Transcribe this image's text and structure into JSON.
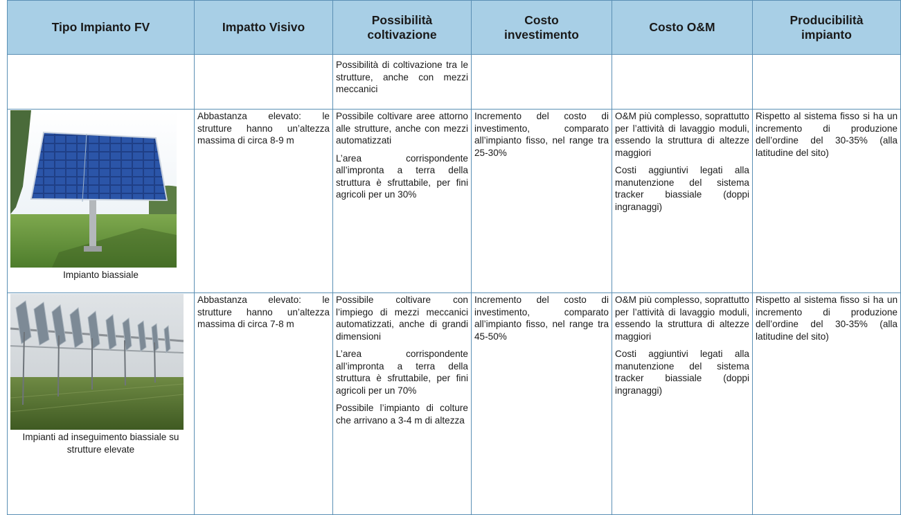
{
  "headers": [
    "Tipo Impianto FV",
    "Impatto Visivo",
    "Possibilità coltivazione",
    "Costo investimento",
    "Costo O&M",
    "Producibilità impianto"
  ],
  "rows": [
    {
      "caption": "",
      "impatto": [],
      "coltivazione": [
        "Possibilità di coltivazione tra le strutture, anche con mezzi meccanici"
      ],
      "investimento": [],
      "om": [],
      "producibilita": []
    },
    {
      "caption": "Impianto biassiale",
      "impatto": [
        "Abbastanza elevato: le strutture hanno un’altezza massima di circa 8-9 m"
      ],
      "coltivazione": [
        "Possibile coltivare aree attorno alle strutture, anche con mezzi automatizzati",
        "L’area corrispondente all’impronta a terra della struttura è sfruttabile, per fini agricoli per un 30%"
      ],
      "investimento": [
        "Incremento del costo di investimento, comparato all’impianto fisso, nel range tra 25-30%"
      ],
      "om": [
        "O&M più complesso, soprattutto per l’attività di lavaggio moduli, essendo la struttura di altezze maggiori",
        "Costi aggiuntivi legati alla manutenzione del sistema tracker biassiale (doppi ingranaggi)"
      ],
      "producibilita": [
        "Rispetto al sistema fisso si ha un incremento di produzione dell’ordine del 30-35% (alla latitudine del sito)"
      ]
    },
    {
      "caption": "Impianti ad inseguimento biassiale su strutture elevate",
      "impatto": [
        "Abbastanza elevato: le strutture hanno un’altezza massima di circa 7-8 m"
      ],
      "coltivazione": [
        "Possibile coltivare con l’impiego di mezzi meccanici automatizzati, anche di grandi dimensioni",
        "L’area corrispondente all’impronta a terra della struttura è sfruttabile, per fini agricoli per un 70%",
        "Possibile l’impianto di colture che arrivano a 3-4 m di altezza"
      ],
      "investimento": [
        "Incremento del costo di investimento, comparato all’impianto fisso, nel range tra 45-50%"
      ],
      "om": [
        "O&M più complesso, soprattutto per l’attività di lavaggio moduli, essendo la struttura di altezze maggiori",
        "Costi aggiuntivi legati alla manutenzione del sistema tracker biassiale (doppi ingranaggi)"
      ],
      "producibilita": [
        "Rispetto al sistema fisso si ha un incremento di produzione dell’ordine del 30-35% (alla latitudine del sito)"
      ]
    }
  ],
  "colors": {
    "header_bg": "#a8cfe6",
    "border": "#5a8fb4"
  }
}
